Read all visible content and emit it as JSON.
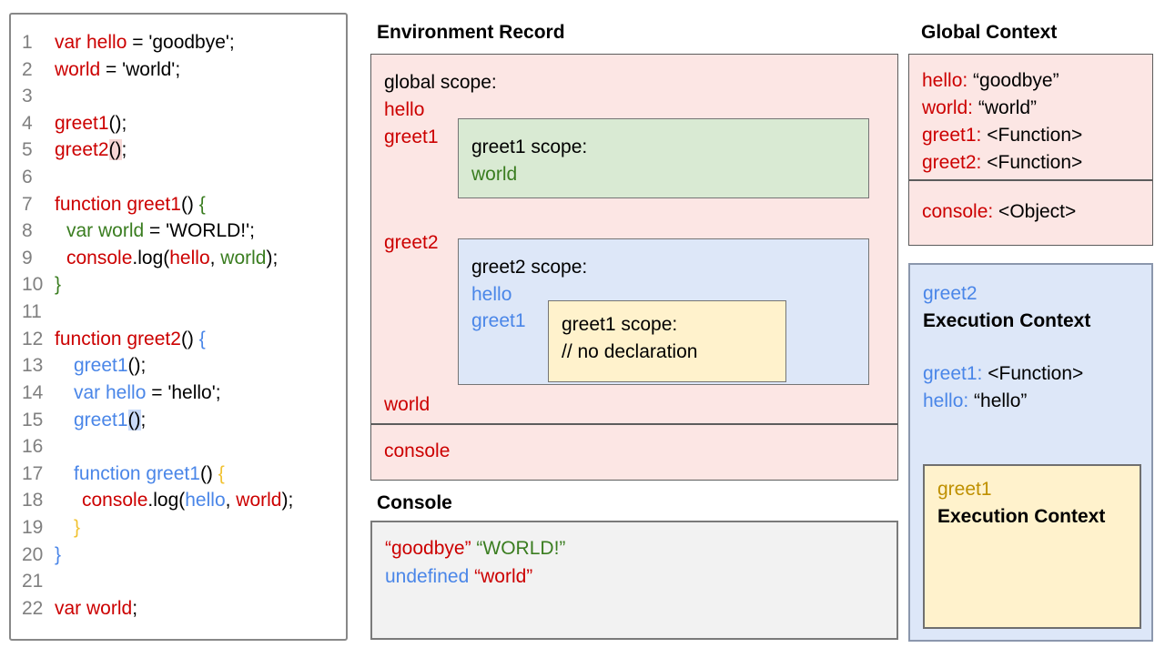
{
  "palette": {
    "red": "#cc0000",
    "green": "#3a7d20",
    "blue": "#4a86e8",
    "gold": "#f1c232",
    "darkgold": "#bf9000",
    "black": "#000000",
    "gray": "#808080",
    "pink_bg": "#fce6e4",
    "green_bg": "#d9ead3",
    "blue_bg": "#dde7f8",
    "yellow_bg": "#fff2cc",
    "console_bg": "#f2f2f2",
    "highlight_pink": "#f6d6d4",
    "highlight_blue": "#c9daf8"
  },
  "code_panel": {
    "lines": [
      {
        "num": "1",
        "indent": 0,
        "tokens": [
          {
            "t": "var hello",
            "c": "red"
          },
          {
            "t": " = 'goodbye';",
            "c": "black"
          }
        ]
      },
      {
        "num": "2",
        "indent": 0,
        "tokens": [
          {
            "t": "world",
            "c": "red"
          },
          {
            "t": " = 'world';",
            "c": "black"
          }
        ]
      },
      {
        "num": "3",
        "indent": 0,
        "tokens": []
      },
      {
        "num": "4",
        "indent": 0,
        "tokens": [
          {
            "t": "greet1",
            "c": "red"
          },
          {
            "t": "();",
            "c": "black"
          }
        ]
      },
      {
        "num": "5",
        "indent": 0,
        "tokens": [
          {
            "t": "greet2",
            "c": "red"
          },
          {
            "t": "()",
            "c": "black",
            "h": "pink"
          },
          {
            "t": ";",
            "c": "black"
          }
        ]
      },
      {
        "num": "6",
        "indent": 0,
        "tokens": []
      },
      {
        "num": "7",
        "indent": 0,
        "tokens": [
          {
            "t": "function greet1",
            "c": "red"
          },
          {
            "t": "() ",
            "c": "black"
          },
          {
            "t": "{",
            "c": "green"
          }
        ]
      },
      {
        "num": "8",
        "indent": 13,
        "tokens": [
          {
            "t": "var world",
            "c": "green"
          },
          {
            "t": " = 'WORLD!';",
            "c": "black"
          }
        ]
      },
      {
        "num": "9",
        "indent": 13,
        "tokens": [
          {
            "t": "console",
            "c": "red"
          },
          {
            "t": ".log(",
            "c": "black"
          },
          {
            "t": "hello",
            "c": "red"
          },
          {
            "t": ", ",
            "c": "black"
          },
          {
            "t": "world",
            "c": "green"
          },
          {
            "t": ");",
            "c": "black"
          }
        ]
      },
      {
        "num": "10",
        "indent": 0,
        "tokens": [
          {
            "t": "}",
            "c": "green"
          }
        ]
      },
      {
        "num": "11",
        "indent": 0,
        "tokens": []
      },
      {
        "num": "12",
        "indent": 0,
        "tokens": [
          {
            "t": "function greet2",
            "c": "red"
          },
          {
            "t": "() ",
            "c": "black"
          },
          {
            "t": "{",
            "c": "blue"
          }
        ]
      },
      {
        "num": "13",
        "indent": 21,
        "tokens": [
          {
            "t": "greet1",
            "c": "blue"
          },
          {
            "t": "();",
            "c": "black"
          }
        ]
      },
      {
        "num": "14",
        "indent": 21,
        "tokens": [
          {
            "t": "var hello",
            "c": "blue"
          },
          {
            "t": " = 'hello';",
            "c": "black"
          }
        ]
      },
      {
        "num": "15",
        "indent": 21,
        "tokens": [
          {
            "t": "greet1",
            "c": "blue"
          },
          {
            "t": "()",
            "c": "black",
            "h": "blue"
          },
          {
            "t": ";",
            "c": "black"
          }
        ]
      },
      {
        "num": "16",
        "indent": 0,
        "tokens": []
      },
      {
        "num": "17",
        "indent": 21,
        "tokens": [
          {
            "t": "function greet1",
            "c": "blue"
          },
          {
            "t": "() ",
            "c": "black"
          },
          {
            "t": "{",
            "c": "gold"
          }
        ]
      },
      {
        "num": "18",
        "indent": 30,
        "tokens": [
          {
            "t": "console",
            "c": "red"
          },
          {
            "t": ".log(",
            "c": "black"
          },
          {
            "t": "hello",
            "c": "blue"
          },
          {
            "t": ", ",
            "c": "black"
          },
          {
            "t": "world",
            "c": "red"
          },
          {
            "t": ");",
            "c": "black"
          }
        ]
      },
      {
        "num": "19",
        "indent": 21,
        "tokens": [
          {
            "t": "}",
            "c": "gold"
          }
        ]
      },
      {
        "num": "20",
        "indent": 0,
        "tokens": [
          {
            "t": "}",
            "c": "blue"
          }
        ]
      },
      {
        "num": "21",
        "indent": 0,
        "tokens": []
      },
      {
        "num": "22",
        "indent": 0,
        "tokens": [
          {
            "t": "var world",
            "c": "red"
          },
          {
            "t": ";",
            "c": "black"
          }
        ]
      }
    ]
  },
  "environment_record": {
    "title": "Environment Record",
    "global_scope_label": "global scope:",
    "var_hello": "hello",
    "var_greet1": "greet1",
    "var_greet2": "greet2",
    "var_world": "world",
    "var_console": "console",
    "greet1_scope": {
      "label": "greet1 scope:",
      "var_world": "world"
    },
    "greet2_scope": {
      "label": "greet2 scope:",
      "var_hello": "hello",
      "var_greet1": "greet1",
      "greet1_scope": {
        "label": "greet1 scope:",
        "comment": "// no declaration"
      }
    }
  },
  "console_panel": {
    "title": "Console",
    "lines": [
      [
        {
          "t": "“goodbye”",
          "c": "red"
        },
        {
          "t": " ",
          "c": "black"
        },
        {
          "t": "“WORLD!”",
          "c": "green"
        }
      ],
      [
        {
          "t": "undefined",
          "c": "blue"
        },
        {
          "t": " ",
          "c": "black"
        },
        {
          "t": "“world”",
          "c": "red"
        }
      ]
    ]
  },
  "global_context": {
    "title": "Global Context",
    "entries": [
      [
        {
          "t": "hello:",
          "c": "red"
        },
        {
          "t": " “goodbye”",
          "c": "black"
        }
      ],
      [
        {
          "t": "world:",
          "c": "red"
        },
        {
          "t": " “world”",
          "c": "black"
        }
      ],
      [
        {
          "t": "greet1:",
          "c": "red"
        },
        {
          "t": " <Function>",
          "c": "black"
        }
      ],
      [
        {
          "t": "greet2:",
          "c": "red"
        },
        {
          "t": " <Function>",
          "c": "black"
        }
      ]
    ],
    "console_entries": [
      [
        {
          "t": "console:",
          "c": "red"
        },
        {
          "t": " <Object>",
          "c": "black"
        }
      ]
    ]
  },
  "greet2_context": {
    "name": "greet2",
    "title": "Execution Context",
    "entries": [
      [
        {
          "t": "greet1:",
          "c": "blue"
        },
        {
          "t": " <Function>",
          "c": "black"
        }
      ],
      [
        {
          "t": "hello:",
          "c": "blue"
        },
        {
          "t": " “hello”",
          "c": "black"
        }
      ]
    ],
    "greet1_context": {
      "name": "greet1",
      "title": "Execution Context"
    }
  }
}
